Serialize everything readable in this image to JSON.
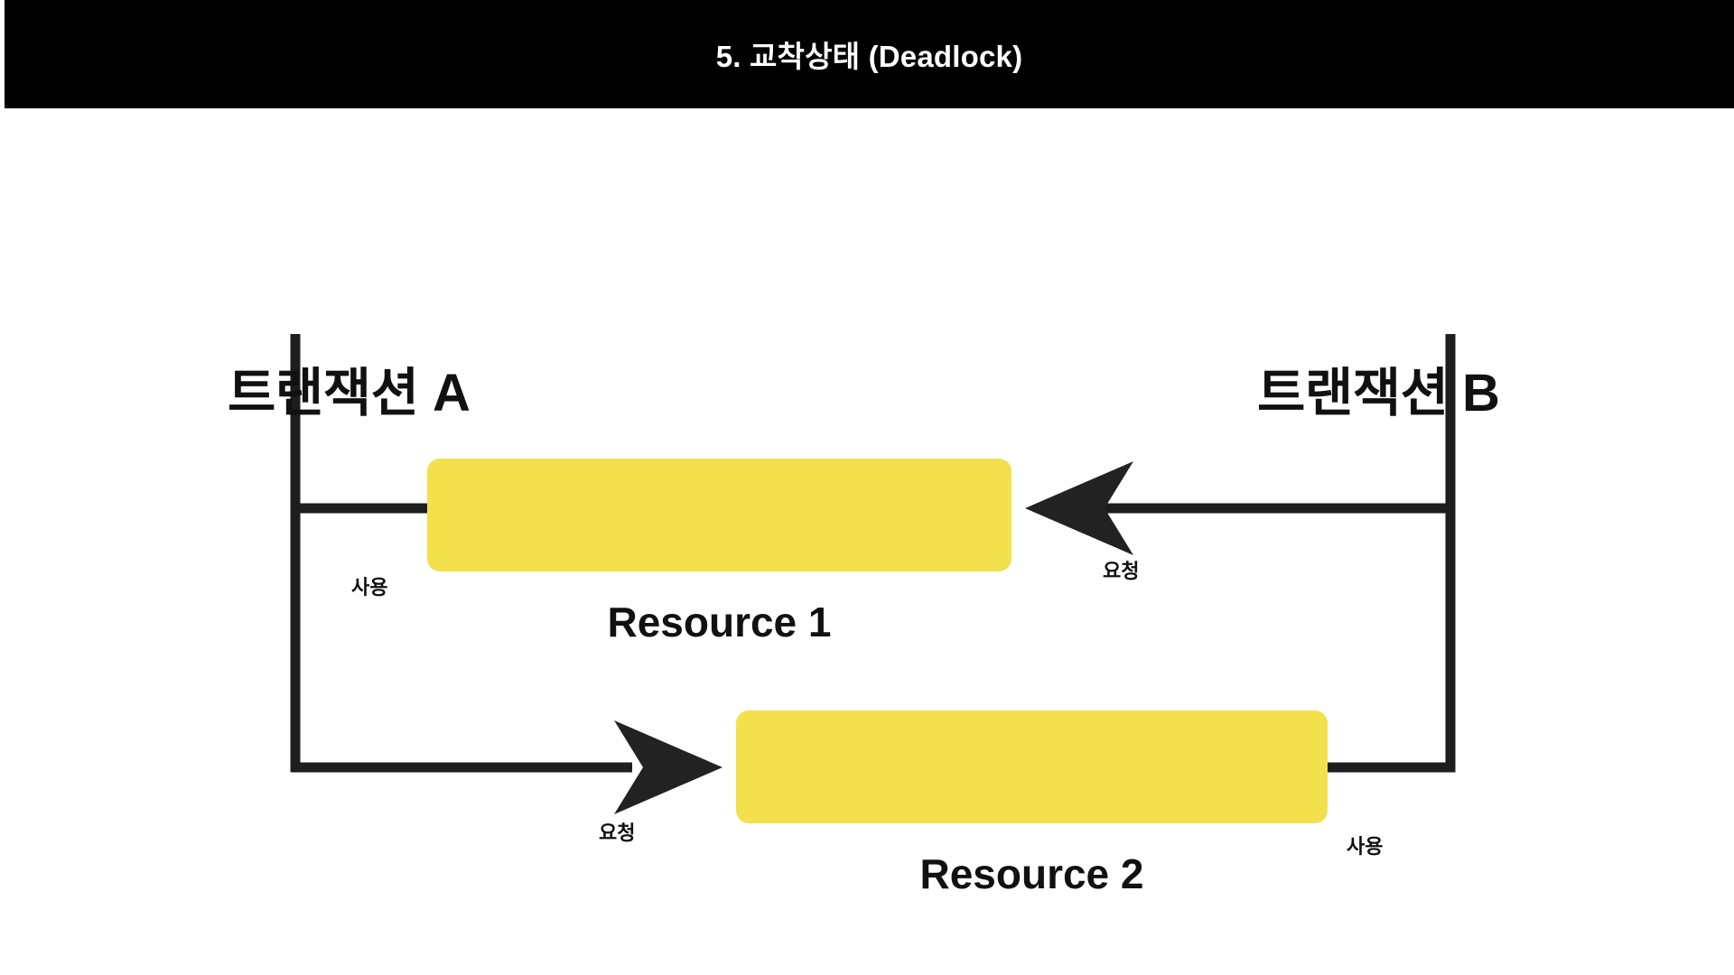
{
  "header": {
    "title": "5. 교착상태 (Deadlock)",
    "background": "#000000",
    "text_color": "#ffffff"
  },
  "diagram": {
    "type": "deadlock-wait-for-graph",
    "background": "#ffffff",
    "line_color": "#222222",
    "resource_fill": "#F2E14C",
    "transactions": [
      {
        "id": "A",
        "label": "트랜잭션 A",
        "side": "left"
      },
      {
        "id": "B",
        "label": "트랜잭션 B",
        "side": "right"
      }
    ],
    "resources": [
      {
        "id": "R1",
        "label": "Resource 1",
        "fill": "#F2E14C"
      },
      {
        "id": "R2",
        "label": "Resource 2",
        "fill": "#F2E14C"
      }
    ],
    "edges": [
      {
        "from": "트랜잭션 A",
        "to": "Resource 1",
        "label": "사용",
        "relation": "hold",
        "arrow": false
      },
      {
        "from": "트랜잭션 B",
        "to": "Resource 1",
        "label": "요청",
        "relation": "request",
        "arrow": true,
        "direction": "left"
      },
      {
        "from": "트랜잭션 A",
        "to": "Resource 2",
        "label": "요청",
        "relation": "request",
        "arrow": true,
        "direction": "right"
      },
      {
        "from": "트랜잭션 B",
        "to": "Resource 2",
        "label": "사용",
        "relation": "hold",
        "arrow": false
      }
    ],
    "labels": {
      "use": "사용",
      "request": "요청"
    }
  }
}
